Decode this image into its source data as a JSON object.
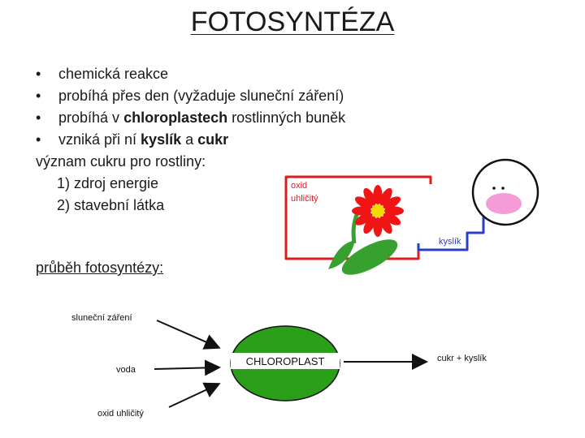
{
  "title": "FOTOSYNTÉZA",
  "bullets": [
    {
      "dot": "•",
      "parts": [
        {
          "text": "chemická reakce",
          "bold": false
        }
      ]
    },
    {
      "dot": "•",
      "parts": [
        {
          "text": "probíhá přes den (vyžaduje sluneční záření)",
          "bold": false
        }
      ]
    },
    {
      "dot": "•",
      "parts": [
        {
          "text": "probíhá v ",
          "bold": false
        },
        {
          "text": "chloroplastech",
          "bold": true
        },
        {
          "text": " rostlinných buněk",
          "bold": false
        }
      ]
    },
    {
      "dot": "•",
      "parts": [
        {
          "text": "vzniká při ní ",
          "bold": false
        },
        {
          "text": "kyslík",
          "bold": true
        },
        {
          "text": " a ",
          "bold": false
        },
        {
          "text": "cukr",
          "bold": true
        }
      ]
    }
  ],
  "importance_heading": "význam cukru pro rostliny:",
  "importance_items": [
    "1) zdroj energie",
    "2) stavební látka"
  ],
  "process_heading": "průběh fotosyntézy:",
  "illustration": {
    "co2_label_line1": "oxid",
    "co2_label_line2": "uhličitý",
    "o2_label": "kyslík"
  },
  "diagram": {
    "inputs": [
      "sluneční záření",
      "voda",
      "oxid uhličitý"
    ],
    "center": "CHLOROPLAST",
    "output": "cukr + kyslík"
  },
  "colors": {
    "chloroplast_fill": "#2b9e1a",
    "loop_red": "#e01b1b",
    "oxygen_blue": "#2a3fc9",
    "petal_red": "#f01414",
    "flower_center": "#f5d800",
    "leaf_green": "#36a12e",
    "face_pink": "#f59bd8"
  }
}
